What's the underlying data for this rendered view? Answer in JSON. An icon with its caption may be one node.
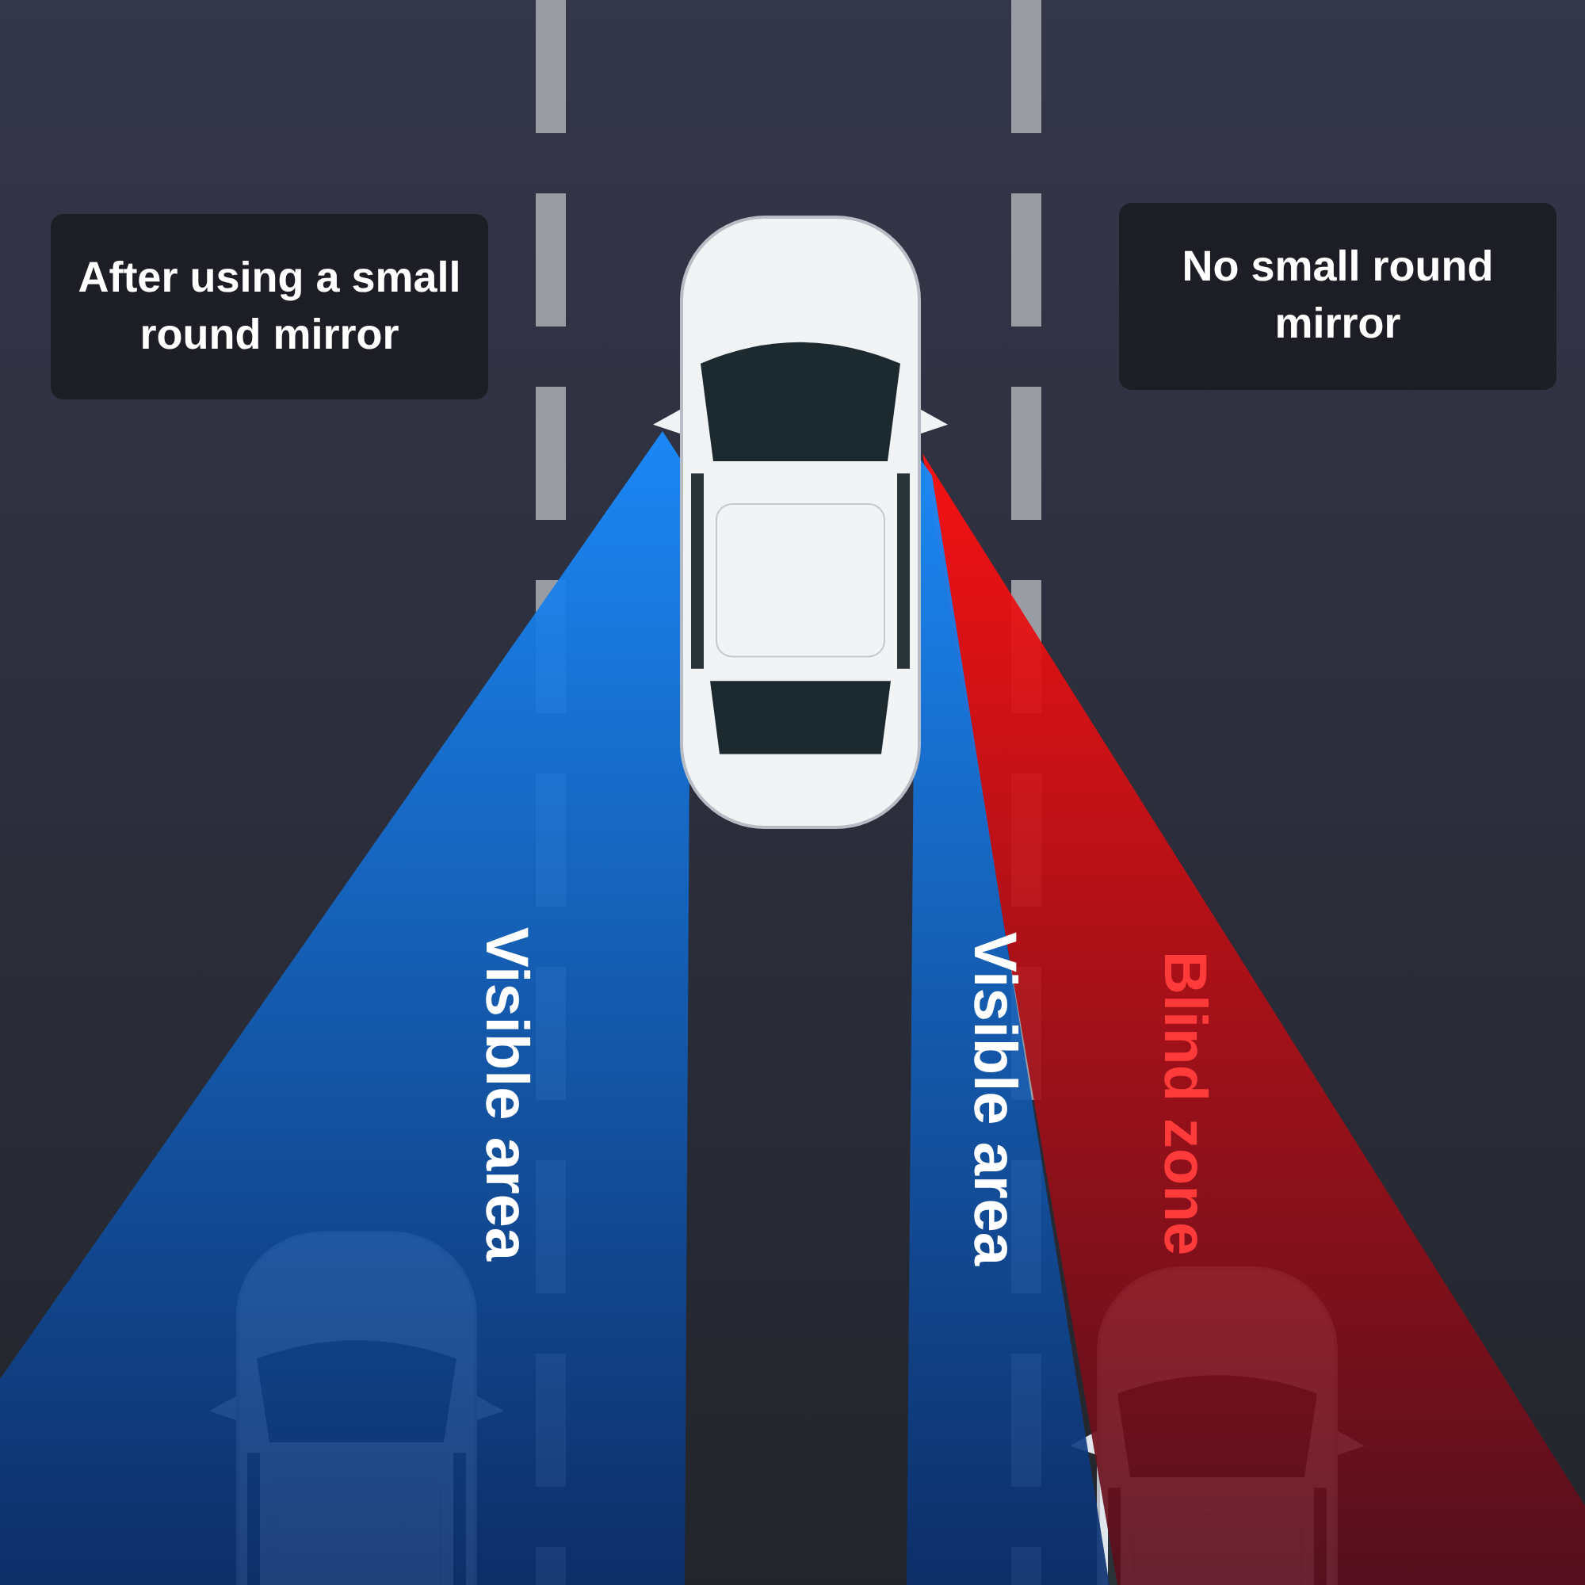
{
  "diagram": {
    "labels": [
      "After using a small round mirror",
      "No small round mirror",
      "Visible area",
      "Visible area",
      "Blind zone"
    ]
  }
}
